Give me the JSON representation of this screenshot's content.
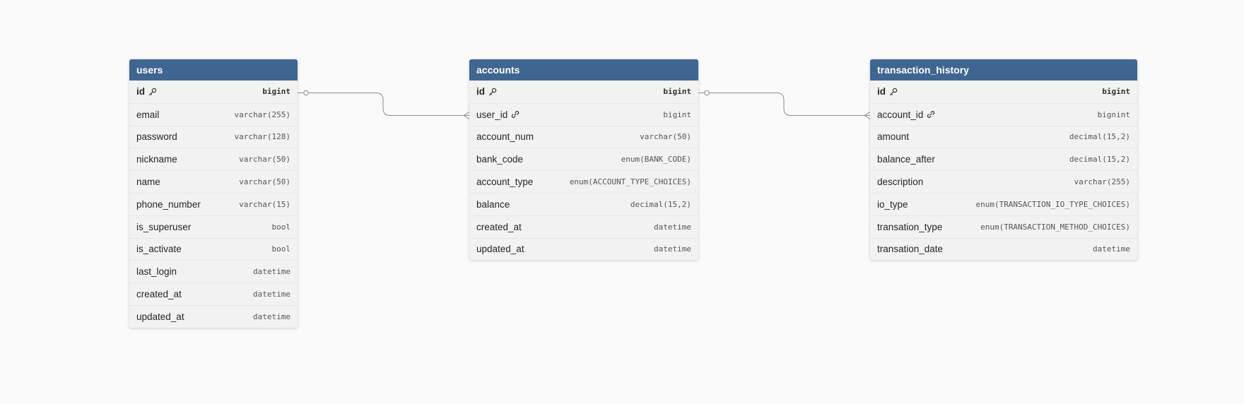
{
  "tables": [
    {
      "name": "users",
      "columns": [
        {
          "name": "id",
          "type": "bigint",
          "key": "pk",
          "icon": "key-icon"
        },
        {
          "name": "email",
          "type": "varchar(255)",
          "key": ""
        },
        {
          "name": "password",
          "type": "varchar(128)",
          "key": ""
        },
        {
          "name": "nickname",
          "type": "varchar(50)",
          "key": ""
        },
        {
          "name": "name",
          "type": "varchar(50)",
          "key": ""
        },
        {
          "name": "phone_number",
          "type": "varchar(15)",
          "key": ""
        },
        {
          "name": "is_superuser",
          "type": "bool",
          "key": ""
        },
        {
          "name": "is_activate",
          "type": "bool",
          "key": ""
        },
        {
          "name": "last_login",
          "type": "datetime",
          "key": ""
        },
        {
          "name": "created_at",
          "type": "datetime",
          "key": ""
        },
        {
          "name": "updated_at",
          "type": "datetime",
          "key": ""
        }
      ]
    },
    {
      "name": "accounts",
      "columns": [
        {
          "name": "id",
          "type": "bigint",
          "key": "pk",
          "icon": "key-icon"
        },
        {
          "name": "user_id",
          "type": "bigint",
          "key": "fk",
          "icon": "link-icon"
        },
        {
          "name": "account_num",
          "type": "varchar(50)",
          "key": ""
        },
        {
          "name": "bank_code",
          "type": "enum(BANK_CODE)",
          "key": ""
        },
        {
          "name": "account_type",
          "type": "enum(ACCOUNT_TYPE_CHOICES)",
          "key": ""
        },
        {
          "name": "balance",
          "type": "decimal(15,2)",
          "key": ""
        },
        {
          "name": "created_at",
          "type": "datetime",
          "key": ""
        },
        {
          "name": "updated_at",
          "type": "datetime",
          "key": ""
        }
      ]
    },
    {
      "name": "transaction_history",
      "columns": [
        {
          "name": "id",
          "type": "bigint",
          "key": "pk",
          "icon": "key-icon"
        },
        {
          "name": "account_id",
          "type": "bignint",
          "key": "fk",
          "icon": "link-icon"
        },
        {
          "name": "amount",
          "type": "decimal(15,2)",
          "key": ""
        },
        {
          "name": "balance_after",
          "type": "decimal(15,2)",
          "key": ""
        },
        {
          "name": "description",
          "type": "varchar(255)",
          "key": ""
        },
        {
          "name": "io_type",
          "type": "enum(TRANSACTION_IO_TYPE_CHOICES)",
          "key": ""
        },
        {
          "name": "transation_type",
          "type": "enum(TRANSACTION_METHOD_CHOICES)",
          "key": ""
        },
        {
          "name": "transation_date",
          "type": "datetime",
          "key": ""
        }
      ]
    }
  ],
  "relationships": [
    {
      "from_table": "users",
      "from_column": "id",
      "to_table": "accounts",
      "to_column": "user_id",
      "cardinality": "one-to-many"
    },
    {
      "from_table": "accounts",
      "from_column": "id",
      "to_table": "transaction_history",
      "to_column": "account_id",
      "cardinality": "one-to-many"
    }
  ],
  "colors": {
    "header": "#3f6690",
    "body": "#f2f2f2",
    "background": "#fafafa",
    "connector": "#8c8c8c"
  }
}
